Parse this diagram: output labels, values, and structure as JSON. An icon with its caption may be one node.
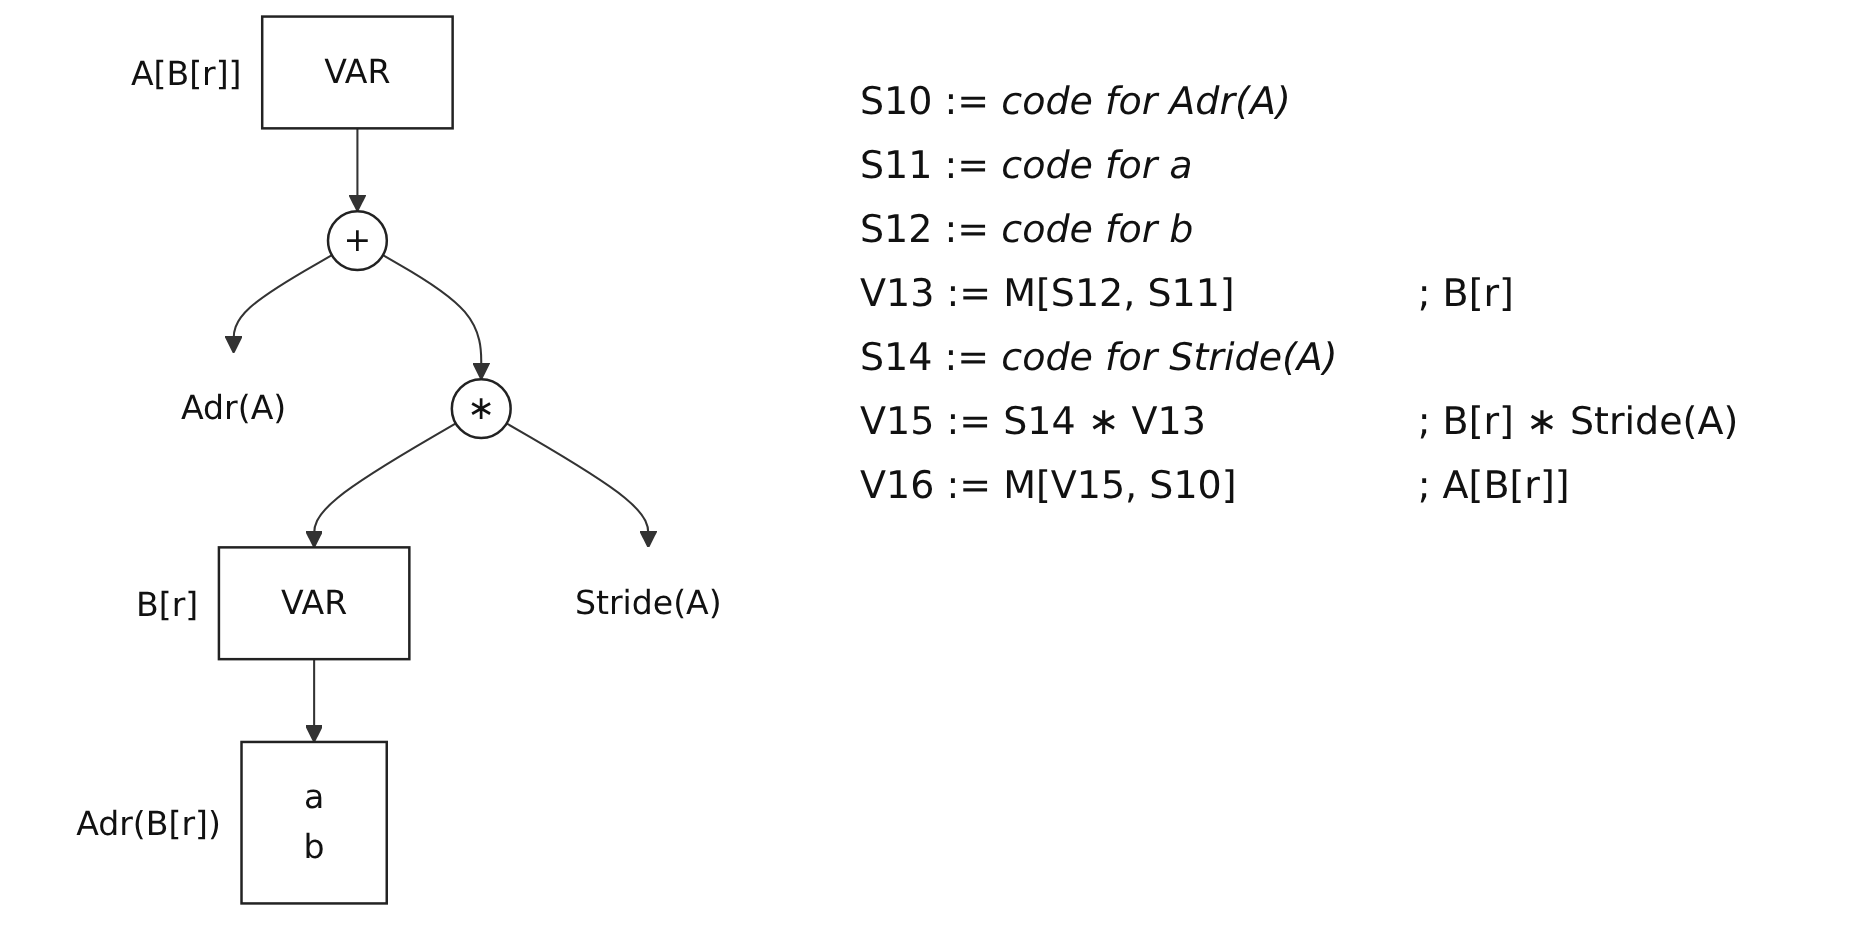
{
  "diagram": {
    "nodes": [
      {
        "text": [
          "VAR"
        ],
        "beside": [
          "A[B[r]]"
        ]
      },
      {
        "text": [
          "+"
        ]
      },
      {
        "text": [
          "Adr(A)"
        ]
      },
      {
        "text": [
          "∗"
        ]
      },
      {
        "text": [
          "VAR"
        ],
        "beside": [
          "B[r]"
        ]
      },
      {
        "text": [
          "Stride(A)"
        ]
      },
      {
        "text": [
          "a",
          "b"
        ],
        "beside": [
          "Adr(B[r])"
        ]
      }
    ],
    "edges": [
      {
        "from": 0,
        "to": 1,
        "arrow": "to"
      },
      {
        "from": 1,
        "to": 2,
        "arrow": "to"
      },
      {
        "from": 1,
        "to": 3,
        "arrow": "to"
      },
      {
        "from": 3,
        "to": 4,
        "arrow": "to"
      },
      {
        "from": 3,
        "to": 5,
        "arrow": "to"
      },
      {
        "from": 4,
        "to": 6,
        "arrow": "to"
      }
    ],
    "labels": [
      "S10 := *code for Adr(A)*",
      "S11 := *code for a*",
      "S12 := *code for b*",
      "V13 := M[S12, S11]",
      "; B[r]",
      "S14 := *code for Stride(A)*",
      "V15 := S14 ∗ V13",
      "; B[r] ∗ Stride(A)",
      "V16 := M[V15, S10]",
      "; A[B[r]]"
    ]
  }
}
